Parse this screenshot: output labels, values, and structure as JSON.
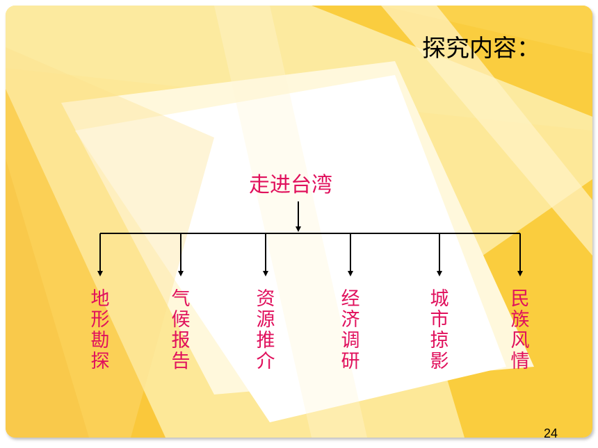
{
  "slide": {
    "title": "探究内容：",
    "page_number": "24"
  },
  "diagram": {
    "root": "走进台湾",
    "children": [
      "地形勘探",
      "气候报告",
      "资源推介",
      "经济调研",
      "城市掠影",
      "民族风情"
    ]
  },
  "colors": {
    "background": "#fde28a",
    "accent_yellow": "#f9c82e",
    "text_magenta": "#e0105c"
  }
}
